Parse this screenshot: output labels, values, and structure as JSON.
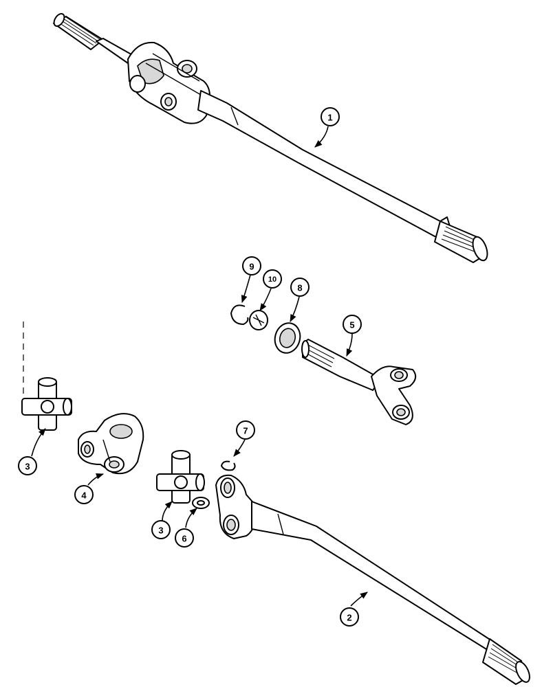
{
  "callouts": [
    {
      "id": "c1",
      "label": "1"
    },
    {
      "id": "c2",
      "label": "2"
    },
    {
      "id": "c3a",
      "label": "3"
    },
    {
      "id": "c3b",
      "label": "3"
    },
    {
      "id": "c4",
      "label": "4"
    },
    {
      "id": "c5",
      "label": "5"
    },
    {
      "id": "c6",
      "label": "6"
    },
    {
      "id": "c7",
      "label": "7"
    },
    {
      "id": "c8",
      "label": "8"
    },
    {
      "id": "c9",
      "label": "9"
    },
    {
      "id": "c10",
      "label": "10"
    }
  ]
}
